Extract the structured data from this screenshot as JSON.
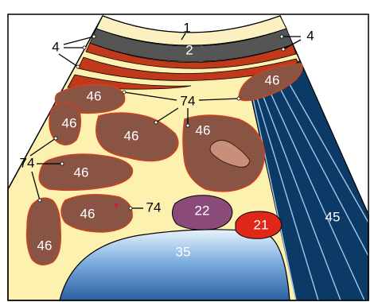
{
  "labels": {
    "skin": "1",
    "dark_band": "2",
    "muscle_layer_left": "4",
    "muscle_layer_right": "4",
    "node": "46",
    "lead_node_group_top": "74",
    "lead_node_group_left": "74",
    "lead_node_group_lower": "74",
    "structure_22": "22",
    "structure_21": "21",
    "structure_35": "35",
    "structure_45": "45"
  },
  "colors": {
    "background_fat": "#fdf1b0",
    "skin": "#faf0c0",
    "dark_band": "#555555",
    "muscle": "#c0391b",
    "node_fill": "#8b5645",
    "node_outline": "#d04020",
    "node_core": "#c8907a",
    "structure_22": "#8a4a7a",
    "structure_21": "#e02818",
    "structure_35": "#3f7fc6",
    "structure_45": "#0c3a66",
    "frame": "#000000"
  }
}
